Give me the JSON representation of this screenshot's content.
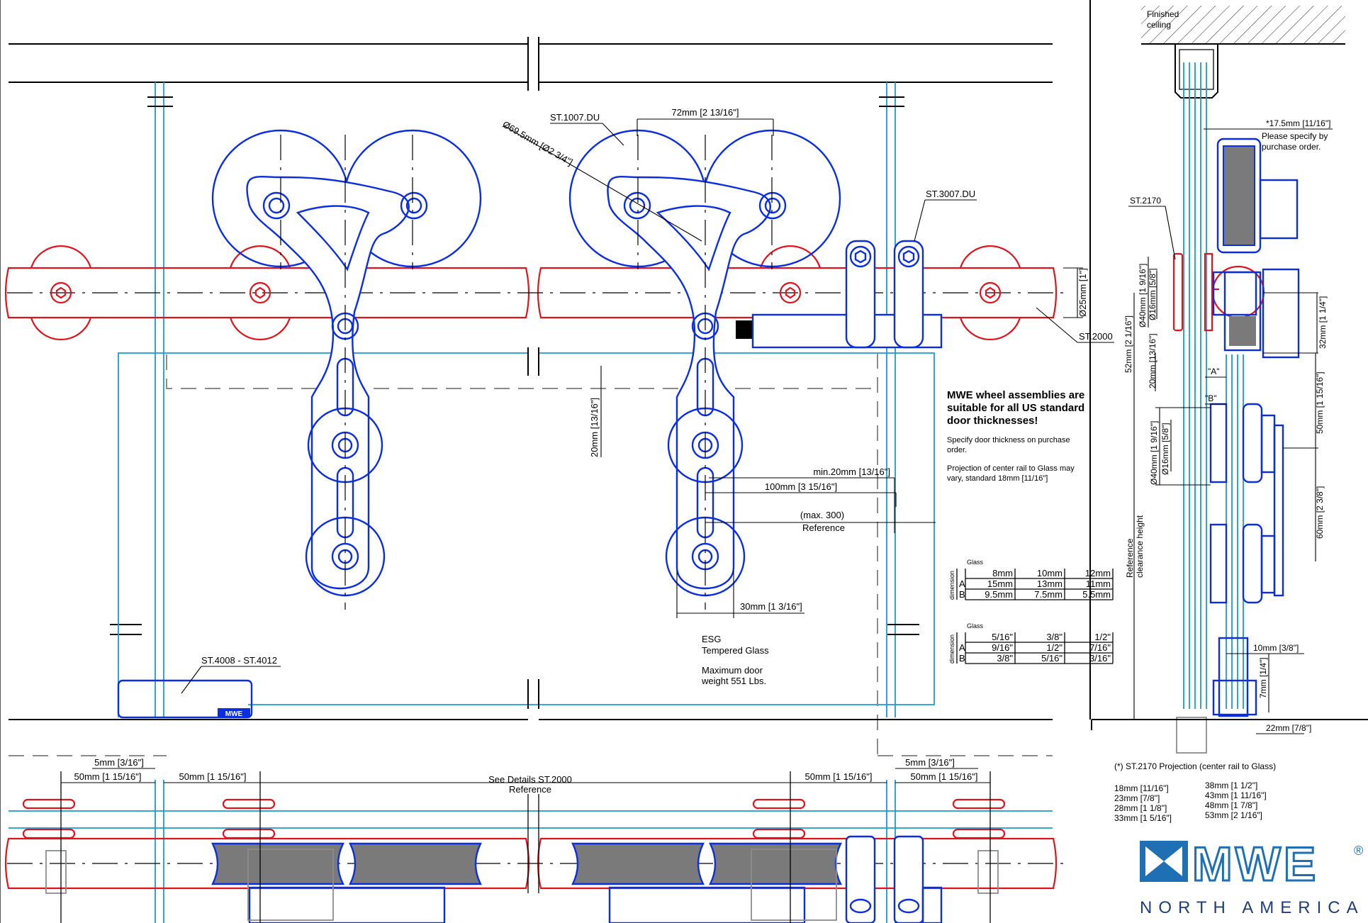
{
  "labels": {
    "finished_ceiling_line1": "Finished",
    "finished_ceiling_line2": "ceiling",
    "st1007": "ST.1007.DU",
    "st3007": "ST.3007.DU",
    "st2170": "ST.2170",
    "st2000": "ST.2000",
    "st4008": "ST.4008 - ST.4012",
    "diameter_wheel": "Ø69.5mm [Ø2 3/4\"]",
    "dim_72": "72mm [2 13/16\"]",
    "dim_25": "Ø25mm [1\"]",
    "dim_20_vertical": "20mm [13/16\"]",
    "dim_min20": "min.20mm [13/16\"]",
    "dim_100": "100mm [3 15/16\"]",
    "dim_max300": "(max. 300)",
    "reference": "Reference",
    "dim_30": "30mm [1 3/16\"]",
    "dim_5mm_left": "5mm [3/16\"]",
    "dim_5mm_right": "5mm [3/16\"]",
    "dim_50_a": "50mm [1 15/16\"]",
    "dim_50_b": "50mm [1 15/16\"]",
    "dim_50_c": "50mm [1 15/16\"]",
    "dim_50_d": "50mm [1 15/16\"]",
    "see_details": "See Details ST.2000",
    "see_details_ref": "Reference",
    "dim_17_5": "*17.5mm [11/16\"]",
    "please_specify_1": "Please specify by",
    "please_specify_2": "purchase order.",
    "dim_40_top": "Ø40mm [1 9/16\"]",
    "dim_16_top": "Ø16mm [5/8\"]",
    "dim_52": "52mm [2 1/16\"]",
    "dim_20_side": "20mm [13/16\"]",
    "dim_32": "32mm [1 1/4\"]",
    "dim_A": "\"A\"",
    "dim_B": "\"B\"",
    "dim_50_side": "50mm [1 15/16\"]",
    "dim_40_mid": "Ø40mm [1 9/16\"]",
    "dim_16_mid": "Ø16mm [5/8\"]",
    "dim_60": "60mm [2 3/8\"]",
    "ref_clearance_1": "Reference",
    "ref_clearance_2": "clearance height",
    "dim_10": "10mm [3/8\"]",
    "dim_7": "7mm [1/4\"]",
    "dim_22": "22mm [7/8\"]",
    "esg": "ESG",
    "tempered": "Tempered Glass",
    "max_door_1": "Maximum door",
    "max_door_2": "weight 551 Lbs.",
    "badge": "MWE"
  },
  "note": {
    "headline_1": "MWE wheel assemblies are",
    "headline_2": "suitable for all US standard",
    "headline_3": "door thicknesses!",
    "specify_1": "Specify door thickness on purchase",
    "specify_2": "order.",
    "projection_1": "Projection of center rail to Glass may",
    "projection_2": "vary, standard 18mm [11/16\"]"
  },
  "table_metric": {
    "glass_label": "Glass",
    "dimension_label": "dimension",
    "headers": [
      "8mm",
      "10mm",
      "12mm"
    ],
    "rows": [
      {
        "key": "A",
        "values": [
          "15mm",
          "13mm",
          "11mm"
        ]
      },
      {
        "key": "B",
        "values": [
          "9.5mm",
          "7.5mm",
          "5.5mm"
        ]
      }
    ]
  },
  "table_imperial": {
    "glass_label": "Glass",
    "dimension_label": "dimension",
    "headers": [
      "5/16\"",
      "3/8\"",
      "1/2\""
    ],
    "rows": [
      {
        "key": "A",
        "values": [
          "9/16\"",
          "1/2\"",
          "7/16\""
        ]
      },
      {
        "key": "B",
        "values": [
          "3/8\"",
          "5/16\"",
          "3/16\""
        ]
      }
    ]
  },
  "projection": {
    "title": "(*) ST.2170 Projection (center rail to Glass)",
    "col1": [
      "18mm [11/16\"]",
      "23mm [7/8\"]",
      "28mm [1 1/8\"]",
      "33mm [1 5/16\"]"
    ],
    "col2": [
      "38mm [1 1/2\"]",
      "43mm [1 11/16\"]",
      "48mm [1 7/8\"]",
      "53mm [2 1/16\"]"
    ]
  },
  "logo": {
    "letters": "MWE",
    "registered": "®",
    "tagline": "NORTH AMERICA"
  },
  "colors": {
    "rail_red": "#e0141c",
    "hardware_blue": "#0a2ee0",
    "glass_cyan": "#1a9bd1",
    "logo_blue": "#1f6fb4",
    "reference_gray": "#8c8c8c",
    "wheel_gray": "#7a7a7a"
  }
}
